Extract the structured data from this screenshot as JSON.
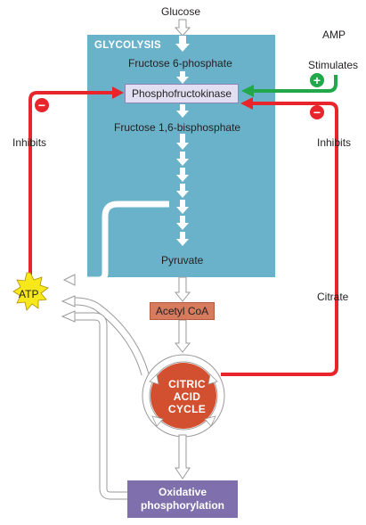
{
  "labels": {
    "glucose": "Glucose",
    "glycolysis": "GLYCOLYSIS",
    "fructose6p": "Fructose 6-phosphate",
    "pfk": "Phosphofructokinase",
    "fructose16bp": "Fructose 1,6-bisphosphate",
    "pyruvate": "Pyruvate",
    "acetyl_coa": "Acetyl CoA",
    "citric_acid_cycle": [
      "CITRIC",
      "ACID",
      "CYCLE"
    ],
    "oxidative_phosphorylation": [
      "Oxidative",
      "phosphorylation"
    ],
    "atp": "ATP",
    "amp": "AMP",
    "stimulates": "Stimulates",
    "inhibits_left": "Inhibits",
    "inhibits_right": "Inhibits",
    "citrate": "Citrate",
    "plus": "+",
    "minus_left": "−",
    "minus_right": "−"
  },
  "colors": {
    "glycolysis_box": "#6ab2c9",
    "pfk_box": "#e1dff1",
    "acetyl_box": "#d77b5e",
    "cycle": "#d2502f",
    "oxphos_box": "#7f6fad",
    "inhibit_red": "#e8252b",
    "stimulate_green": "#22a84b",
    "atp_burst": "#f6e81a"
  },
  "icons": {
    "atp": "starburst-icon",
    "plus": "plus-circle-icon",
    "minus": "minus-circle-icon"
  }
}
